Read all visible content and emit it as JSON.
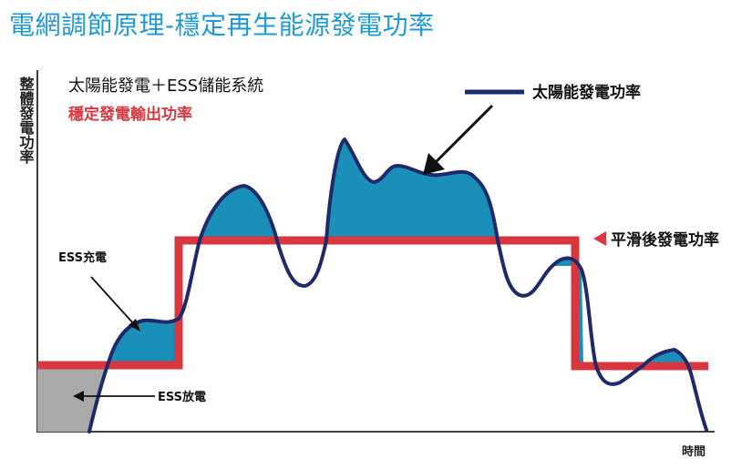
{
  "title": "電網調節原理-穩定再生能源發電功率",
  "legend": {
    "system": "太陽能發電＋ESS儲能系統",
    "stable_output": "穩定發電輸出功率"
  },
  "labels": {
    "solar_power": "太陽能發電功率",
    "smoothed_power": "平滑後發電功率",
    "ess_charge": "ESS充電",
    "ess_discharge": "ESS放電"
  },
  "axes": {
    "y_label": "整體發電功率",
    "x_label": "時間"
  },
  "colors": {
    "title": "#1d9ad6",
    "solar_line": "#1f2a6b",
    "charge_fill": "#1a8fb8",
    "discharge_fill": "#a9a9a9",
    "smoothed_line": "#d8373f"
  }
}
